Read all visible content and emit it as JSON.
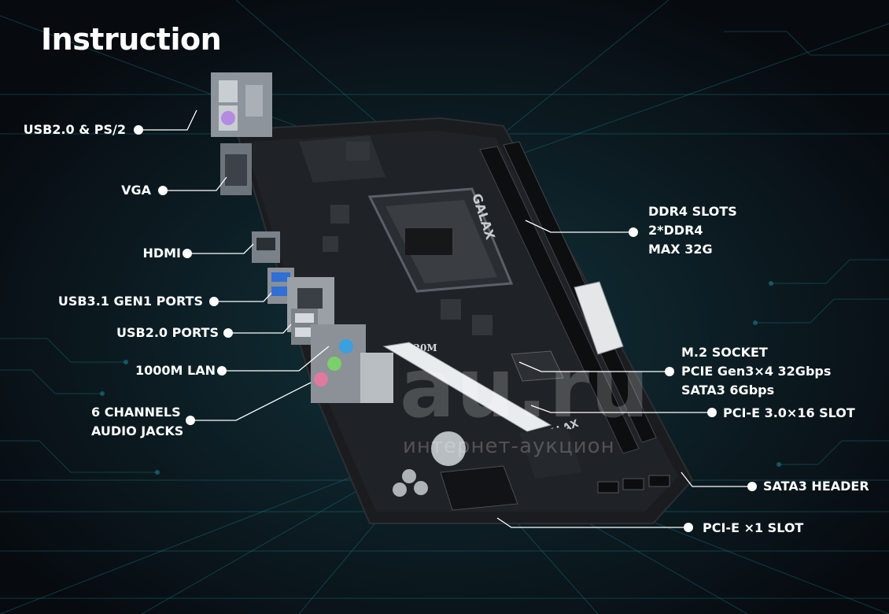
{
  "title": "Instruction",
  "watermark": {
    "main": "au.ru",
    "sub": "интернет-аукцион"
  },
  "board_marks": {
    "brand": "GALAX",
    "brand_small": "GALAX",
    "model": "A320M"
  },
  "colors": {
    "background": "#0a0f16",
    "grid": "#1e8fa0",
    "text": "#ffffff",
    "board": "#1a1c1f"
  },
  "labels": {
    "usb_ps2": "USB2.0 & PS/2",
    "vga": "VGA",
    "hdmi": "HDMI",
    "usb31": "USB3.1 GEN1 PORTS",
    "usb20": "USB2.0 PORTS",
    "lan": "1000M LAN",
    "audio": [
      "6 CHANNELS",
      "AUDIO JACKS"
    ],
    "ddr4": [
      "DDR4 SLOTS",
      "2*DDR4",
      "MAX 32G"
    ],
    "m2": [
      "M.2 SOCKET",
      "PCIE Gen3×4 32Gbps",
      "SATA3 6Gbps"
    ],
    "pcie16": "PCI-E 3.0×16 SLOT",
    "sata": "SATA3 HEADER",
    "pcie1": "PCI-E ×1 SLOT"
  }
}
